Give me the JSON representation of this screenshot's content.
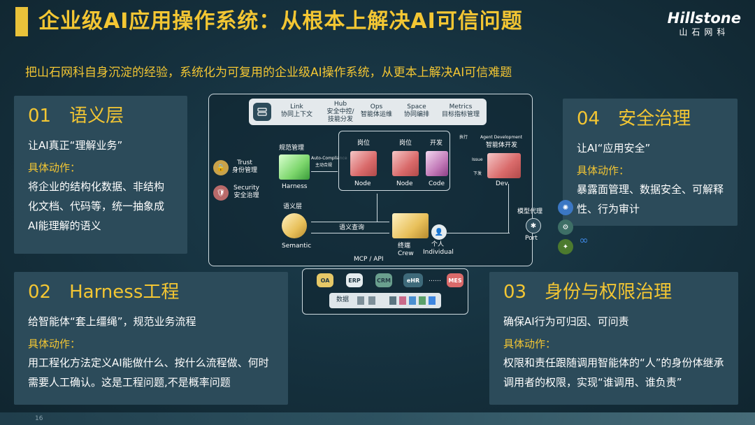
{
  "header": {
    "title": "企业级AI应用操作系统：从根本上解决AI可信问题",
    "logo_main": "Hillstone",
    "logo_sub": "山石网科"
  },
  "subtitle": "把山石网科自身沉淀的经验，系统化为可复用的企业级AI操作系统，从更本上解决AI可信难题",
  "cards": {
    "c1": {
      "num": "01",
      "title": "语义层",
      "lead": "让AI真正“理解业务”",
      "label": "具体动作：",
      "body": "将企业的结构化数据、非结构化文档、代码等，统一抽象成AI能理解的语义"
    },
    "c4": {
      "num": "04",
      "title": "安全治理",
      "lead": "让AI“应用安全”",
      "label": "具体动作：",
      "body": "暴露面管理、数据安全、可解释性、行为审计"
    },
    "c2": {
      "num": "02",
      "title": "Harness工程",
      "lead": "给智能体“套上缰绳”，规范业务流程",
      "label": "具体动作：",
      "body": "用工程化方法定义AI能做什么、按什么流程做、何时需要人工确认。这是工程问题,不是概率问题"
    },
    "c3": {
      "num": "03",
      "title": "身份与权限治理",
      "lead": "确保AI行为可归因、可问责",
      "label": "具体动作：",
      "body": "权限和责任跟随调用智能体的“人”的身份体继承调用者的权限，实现“谁调用、谁负责”"
    }
  },
  "diagram": {
    "top_strip": [
      {
        "en": "Link",
        "zh": "协同上下文"
      },
      {
        "en": "Hub",
        "zh": "安全中控/技能分发"
      },
      {
        "en": "Ops",
        "zh": "智能体运维"
      },
      {
        "en": "Space",
        "zh": "协同编排"
      },
      {
        "en": "Metrics",
        "zh": "目标指标管理"
      }
    ],
    "trust": {
      "en": "Trust",
      "zh": "身份管理"
    },
    "security": {
      "en": "Security",
      "zh": "安全治理"
    },
    "harness_zh": "规范管理",
    "harness_en": "Harness",
    "auto_compliance": "Auto-Compliance",
    "auto_compliance_zh": "主动合规",
    "node1_zh": "岗位",
    "node1_en": "Node",
    "node2_zh": "岗位",
    "node2_en": "Node",
    "code_zh": "开发",
    "code_en": "Code",
    "execute": "执行",
    "issue": "Issue",
    "issue_zh": "下发",
    "agent_dev_en": "Agent Development",
    "agent_dev_zh": "智能体开发",
    "dev": "Dev",
    "semantic_zh": "语义层",
    "semantic_en": "Semantic",
    "semantic_query": "语义查询",
    "crew_zh": "终端",
    "crew_en": "Crew",
    "individual_zh": "个人",
    "individual_en": "Individual",
    "model_proxy": "模型代理",
    "port": "Port",
    "mcp_api": "MCP / API",
    "data_label": "数据",
    "systems": [
      "OA",
      "ERP",
      "CRM",
      "eHR",
      "MES"
    ],
    "ellipsis": "……"
  },
  "page_number": "16",
  "colors": {
    "accent": "#f3c633",
    "card_bg": "#2c4b5a",
    "bg": "#15303d"
  }
}
